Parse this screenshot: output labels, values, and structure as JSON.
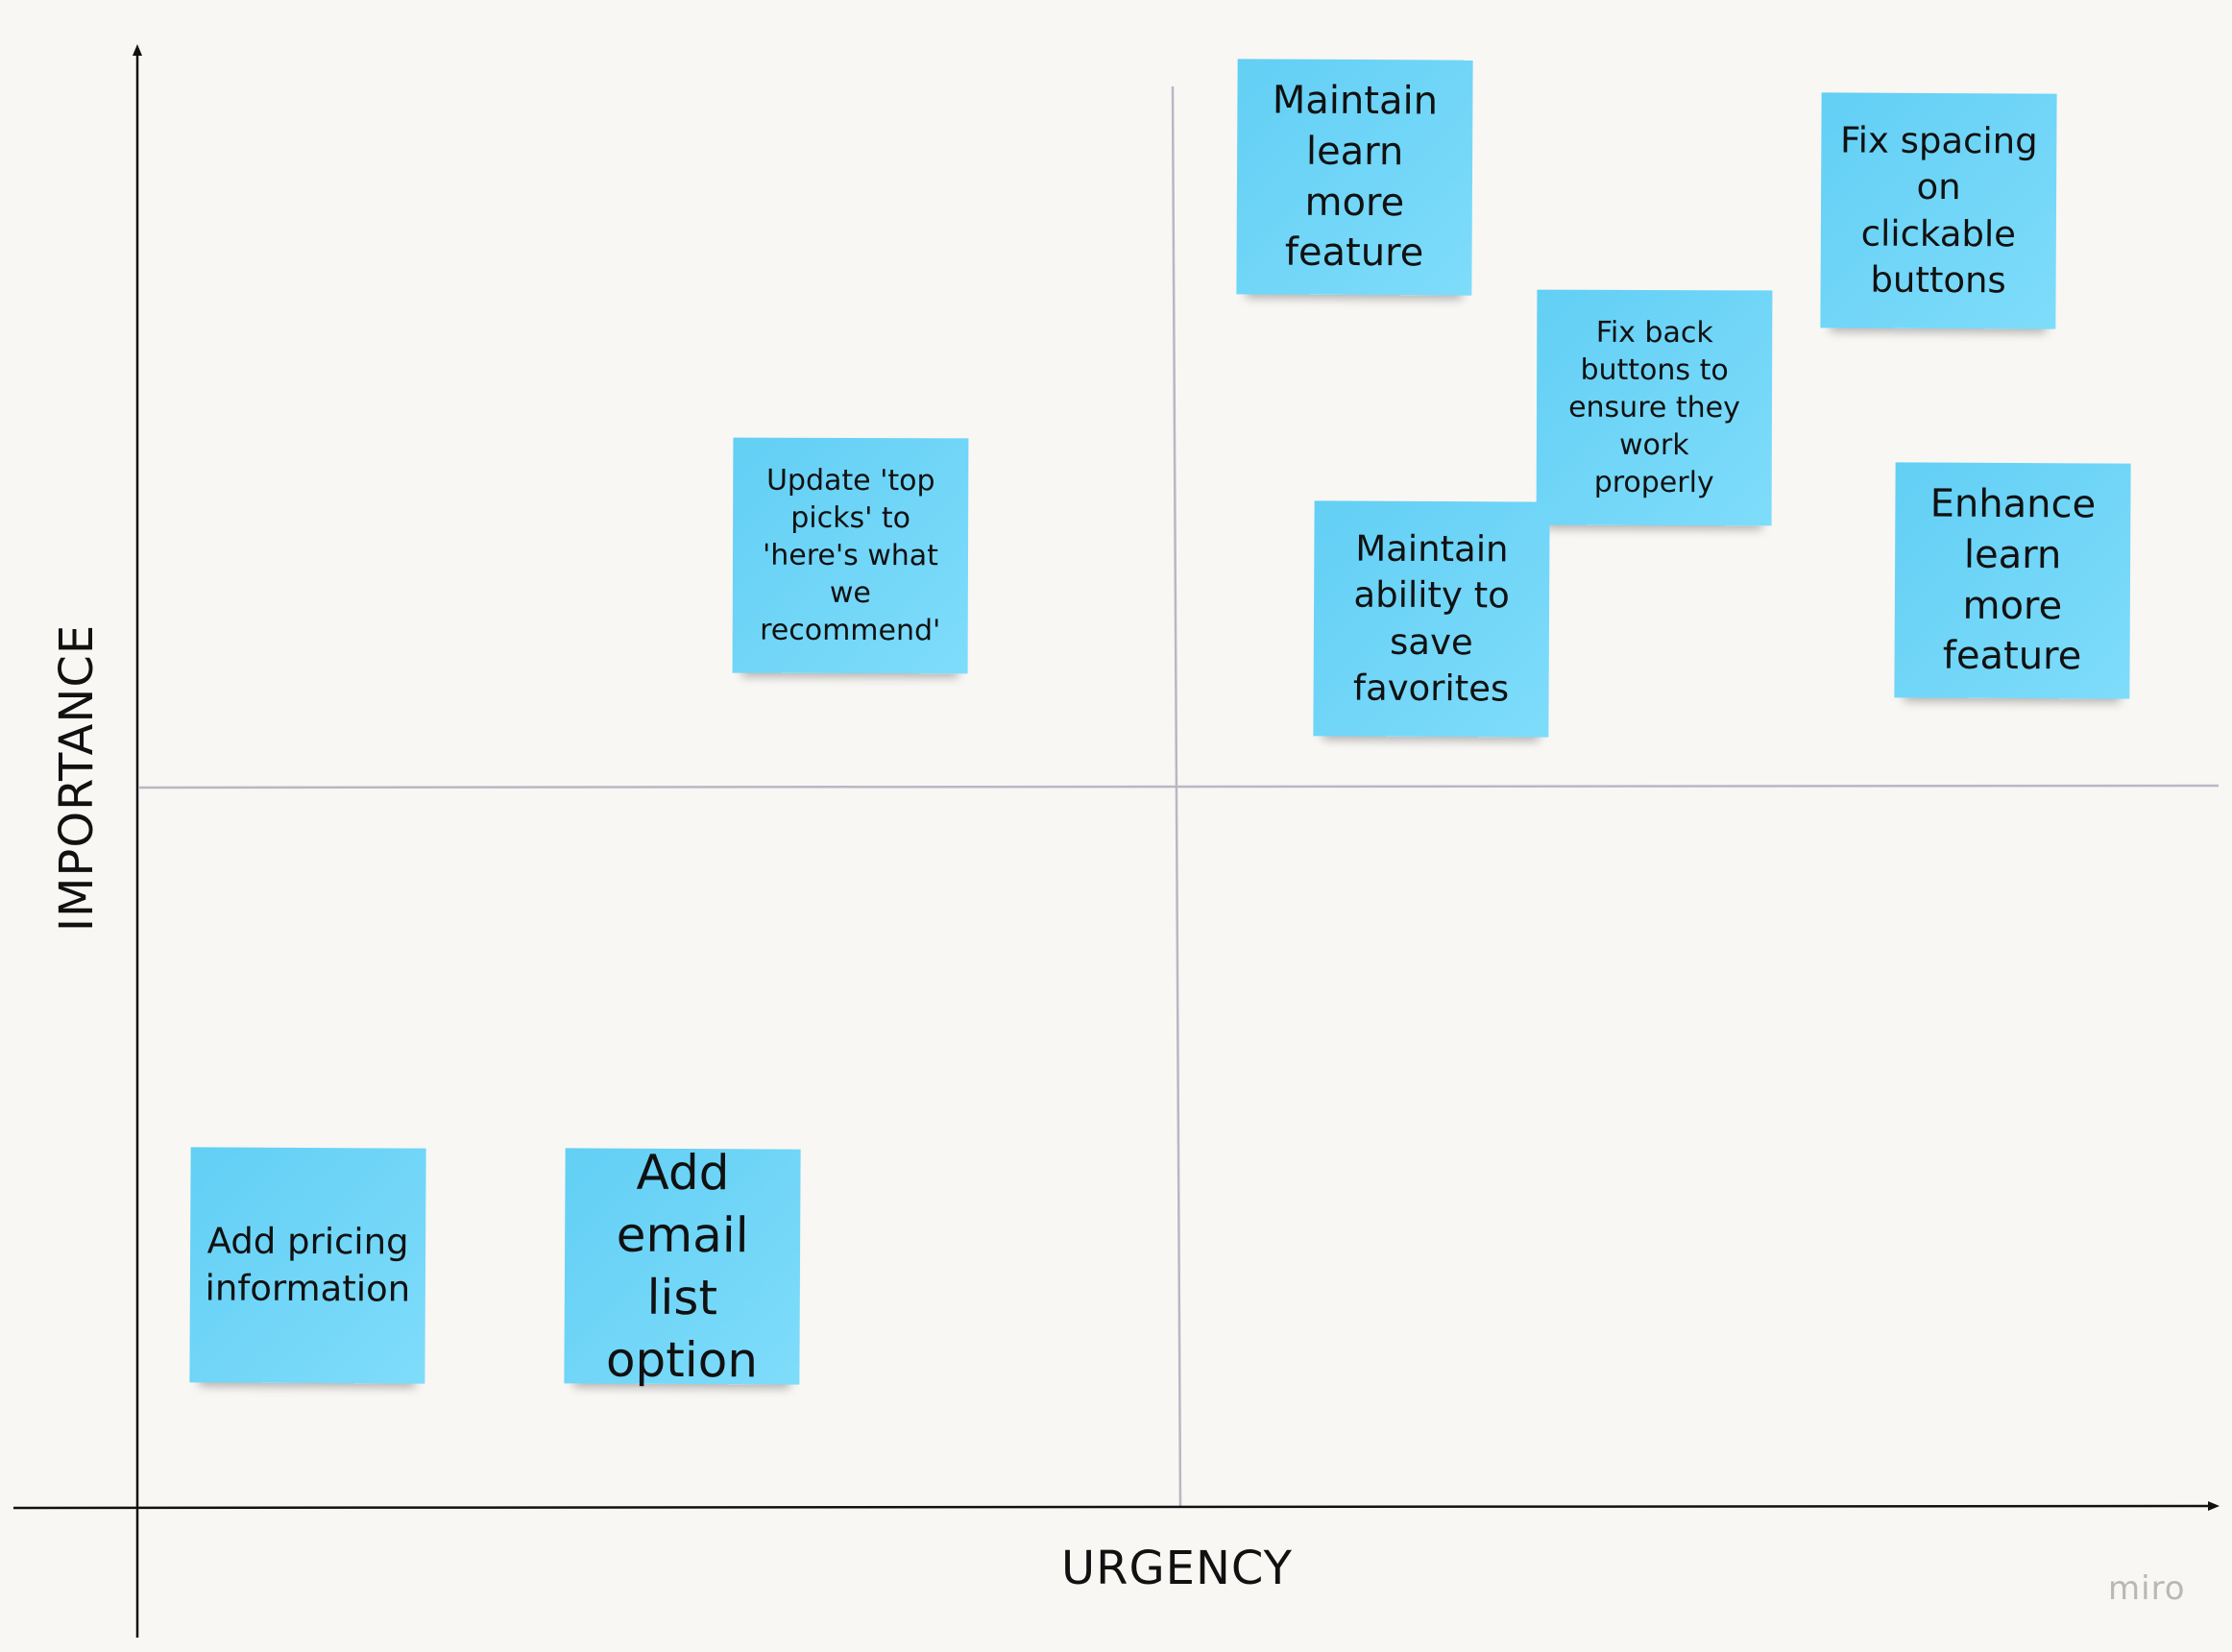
{
  "axes": {
    "x_label": "URGENCY",
    "y_label": "IMPORTANCE"
  },
  "notes": [
    {
      "text": "Maintain learn more feature"
    },
    {
      "text": "Fix spacing on clickable buttons"
    },
    {
      "text": "Fix back buttons to ensure they work properly"
    },
    {
      "text": "Update 'top picks' to 'here's what we recommend'"
    },
    {
      "text": "Maintain ability to save favorites"
    },
    {
      "text": "Enhance learn more feature"
    },
    {
      "text": "Add pricing information"
    },
    {
      "text": "Add email list option"
    }
  ],
  "watermark": "miro",
  "colors": {
    "background": "#f8f7f4",
    "sticky_note": "#6ad3f6",
    "axis": "#111111",
    "divider": "#b9b7c4"
  }
}
